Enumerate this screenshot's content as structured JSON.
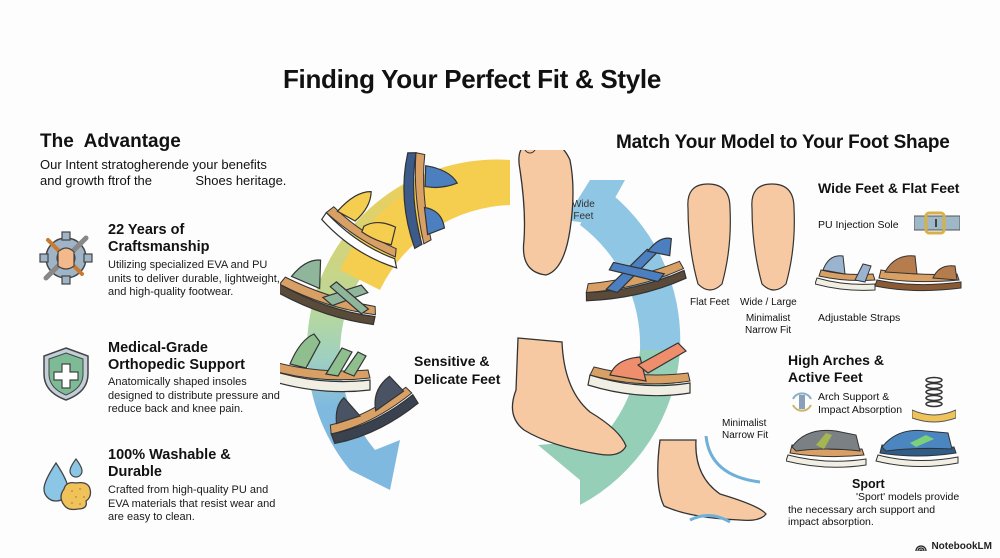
{
  "header": {
    "title": "Finding Your Perfect Fit & Style"
  },
  "advantage": {
    "title": "The  Advantage",
    "intro_line1": "Our Intent stratogherende your benefits",
    "intro_line2": "and growth ftrof the            Shoes heritage.",
    "features": [
      {
        "icon": "wrench-gear-fist-icon",
        "title": "22 Years of Craftsmanship",
        "description": "Utilizing specialized EVA and PU units to deliver durable, lightweight, and high-quality footwear."
      },
      {
        "icon": "shield-cross-icon",
        "title": "Medical-Grade Orthopedic Support",
        "description": "Anatomically shaped insoles designed to distribute pressure and reduce back and knee pain."
      },
      {
        "icon": "water-drop-sponge-icon",
        "title": "100% Washable & Durable",
        "description": "Crafted from high-quality PU and EVA materials that resist wear and are easy to clean."
      }
    ]
  },
  "center": {
    "label": "Sensitive & Delicate Feet",
    "wide_feet_label_line1": "Wide",
    "wide_feet_label_line2": "Feet",
    "arc_colors": {
      "yellow": "#f5cd4f",
      "blue": "#8fc6e3",
      "green": "#a9d4b8",
      "teal": "#95cfb7",
      "left_blue": "#7fb9e0"
    },
    "sandals": [
      "yellow-velcro-sandal",
      "blue-strap-sandal",
      "sage-cross-sandal",
      "green-velcro-sandal",
      "navy-sandal",
      "blue-cross-sandal",
      "coral-velcro-sandal"
    ]
  },
  "match": {
    "title": "Match Your Model to Your Foot Shape",
    "foot_labels": {
      "flat": "Flat Feet",
      "wide": "Wide / Large",
      "minimalist_line1": "Minimalist",
      "minimalist_line2": "Narrow Fit"
    },
    "wide_flat": {
      "title": "Wide Feet & Flat Feet",
      "sole": "PU Injection Sole",
      "straps": "Adjustable Straps"
    },
    "high_arches": {
      "title_line1": "High Arches &",
      "title_line2": "Active Feet",
      "feature_line1": "Arch Support &",
      "feature_line2": "Impact Absorption"
    },
    "minimalist2_line1": "Minimalist",
    "minimalist2_line2": "Narrow Fit",
    "sport": {
      "title": "Sport",
      "desc_line1": "'Sport' models provide",
      "desc_line2": "the necessary arch support and",
      "desc_line3": "impact absorption."
    }
  },
  "branding": {
    "label": "NotebookLM"
  }
}
